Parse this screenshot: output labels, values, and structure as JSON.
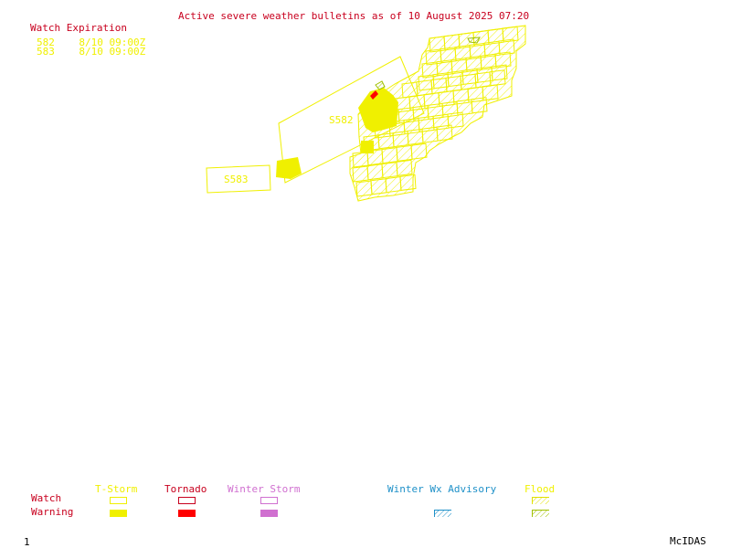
{
  "title": "Active severe weather bulletins as of 10 August 2025 07:20",
  "watch_expiration": {
    "heading": "Watch Expiration",
    "rows": [
      {
        "id": "582",
        "time": "8/10 09:00Z"
      },
      {
        "id": "583",
        "time": "8/10 09:00Z"
      }
    ]
  },
  "map_labels": {
    "watch_582": "S582",
    "watch_583": "S583"
  },
  "legend": {
    "row_watch": "Watch",
    "row_warning": "Warning",
    "tstorm": "T-Storm",
    "tornado": "Tornado",
    "winter_storm": "Winter Storm",
    "winter_wx": "Winter Wx Advisory",
    "flood": "Flood"
  },
  "colors": {
    "tstorm": "#f0f000",
    "tornado": "#ff0000",
    "winter_storm": "#d070d0",
    "winter_wx": "#1e90c8",
    "flood": "#a0c000",
    "text_red": "#c8001e"
  },
  "footer": {
    "frame": "1",
    "brand": "McIDAS"
  }
}
